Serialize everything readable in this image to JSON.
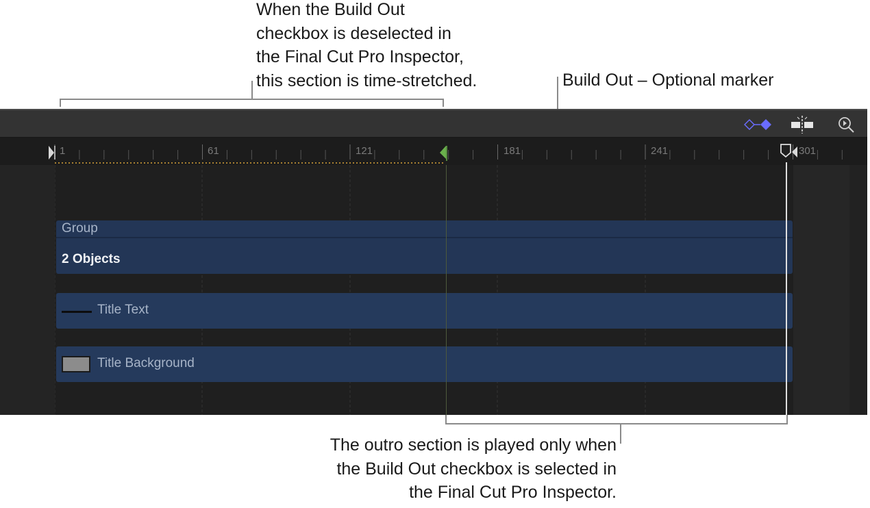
{
  "callouts": {
    "top": [
      "When the Build Out",
      "checkbox is deselected in",
      "the Final Cut Pro Inspector,",
      "this section is time-stretched."
    ],
    "right": "Build Out – Optional marker",
    "bottom": [
      "The outro section is played only when",
      "the Build Out checkbox is selected in",
      "the Final Cut Pro Inspector."
    ]
  },
  "toolbar": {
    "icons": [
      "keyframe-diamond-icon",
      "snapping-icon",
      "zoom-icon"
    ],
    "accent_color": "#6a6cff"
  },
  "ruler": {
    "ticks": [
      "1",
      "61",
      "121",
      "181",
      "241",
      "301"
    ],
    "marker_color": "#6ab04c"
  },
  "tracks": {
    "group_label": "Group",
    "objects_label": "2 Objects",
    "layers": [
      {
        "label": "Title Text",
        "thumbnail": "line"
      },
      {
        "label": "Title Background",
        "thumbnail": "gray-swatch"
      }
    ]
  }
}
